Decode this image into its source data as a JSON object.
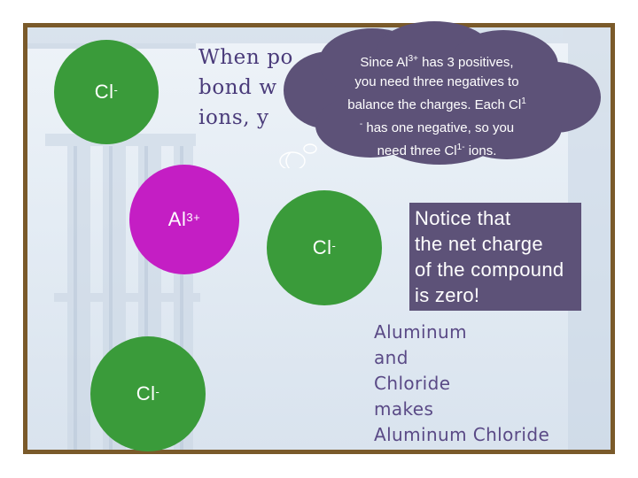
{
  "background_text": {
    "line1": "When po",
    "line2": "bond w",
    "line3": "ions, y"
  },
  "ions": {
    "chlorine_top_left": {
      "symbol": "Cl",
      "charge": "-"
    },
    "aluminum": {
      "symbol": "Al",
      "charge": "3+"
    },
    "chlorine_center": {
      "symbol": "Cl",
      "charge": "-"
    },
    "chlorine_bottom": {
      "symbol": "Cl",
      "charge": "-"
    }
  },
  "thought_bubble": {
    "l1a": "Since Al",
    "l1sup": "3+",
    "l1b": " has 3 positives,",
    "l2": "you need three negatives to",
    "l3a": "balance the charges. Each Cl",
    "l3sup": "1",
    "l4a": "-",
    "l4b": " has one negative, so you",
    "l5a": "need three Cl",
    "l5sup": "1-",
    "l5b": " ions."
  },
  "notice_box": {
    "line1": "Notice that",
    "line2": "the net charge",
    "line3": "of the compound",
    "line4": "is zero!"
  },
  "caption": {
    "line1": "Aluminum",
    "line2": "and",
    "line3": "Chloride",
    "line4": "makes",
    "line5": "Aluminum Chloride"
  },
  "colors": {
    "chloride": "#3a9b3a",
    "aluminum": "#c41ec4",
    "bubble": "#5d5278",
    "frame": "#7a5a2a"
  }
}
